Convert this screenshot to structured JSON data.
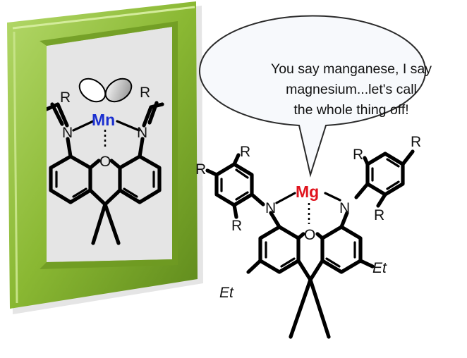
{
  "speech_bubble": {
    "lines": [
      "You say manganese, I say",
      "magnesium...let's call",
      "the whole thing off!"
    ]
  },
  "framed_molecule": {
    "metal": "Mn",
    "metal_color": "#1a2fd0",
    "labels": {
      "n_left": "N",
      "n_right": "N",
      "oxygen": "O",
      "r_left": "R",
      "r_right": "R"
    }
  },
  "main_molecule": {
    "metal": "Mg",
    "metal_color": "#e0141e",
    "labels": {
      "n_left": "N",
      "n_right": "N",
      "oxygen": "O",
      "r_left_a": "R",
      "r_left_b": "R",
      "r_left_c": "R",
      "r_right_a": "R",
      "r_right_b": "R",
      "r_right_c": "R",
      "et_left": "Et",
      "et_right": "Et"
    }
  },
  "colors": {
    "frame": "#8ab833",
    "frame_dark": "#5f8a1c",
    "frame_light": "#b3d869",
    "bubble_fill": "#f7f9fc"
  }
}
